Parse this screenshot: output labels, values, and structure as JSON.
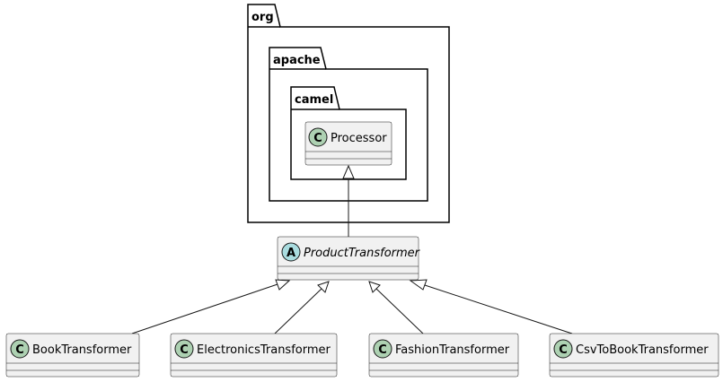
{
  "packages": [
    {
      "id": "org",
      "label": "org"
    },
    {
      "id": "apache",
      "label": "apache"
    },
    {
      "id": "camel",
      "label": "camel"
    }
  ],
  "classes": [
    {
      "id": "processor",
      "name": "Processor",
      "kind": "class",
      "marker": "C"
    },
    {
      "id": "product_transformer",
      "name": "ProductTransformer",
      "kind": "abstract",
      "marker": "A"
    },
    {
      "id": "book_transformer",
      "name": "BookTransformer",
      "kind": "class",
      "marker": "C"
    },
    {
      "id": "electronics_transformer",
      "name": "ElectronicsTransformer",
      "kind": "class",
      "marker": "C"
    },
    {
      "id": "fashion_transformer",
      "name": "FashionTransformer",
      "kind": "class",
      "marker": "C"
    },
    {
      "id": "csv_to_book_transformer",
      "name": "CsvToBookTransformer",
      "kind": "class",
      "marker": "C"
    }
  ],
  "relations": [
    {
      "from": "product_transformer",
      "to": "processor",
      "type": "extends"
    },
    {
      "from": "book_transformer",
      "to": "product_transformer",
      "type": "extends"
    },
    {
      "from": "electronics_transformer",
      "to": "product_transformer",
      "type": "extends"
    },
    {
      "from": "fashion_transformer",
      "to": "product_transformer",
      "type": "extends"
    },
    {
      "from": "csv_to_book_transformer",
      "to": "product_transformer",
      "type": "extends"
    }
  ],
  "colors": {
    "class_fill": "#f1f1f1",
    "class_border": "#181818",
    "class_marker": "#add1b2",
    "abstract_marker": "#a9dcdf",
    "package_border": "#000000"
  }
}
